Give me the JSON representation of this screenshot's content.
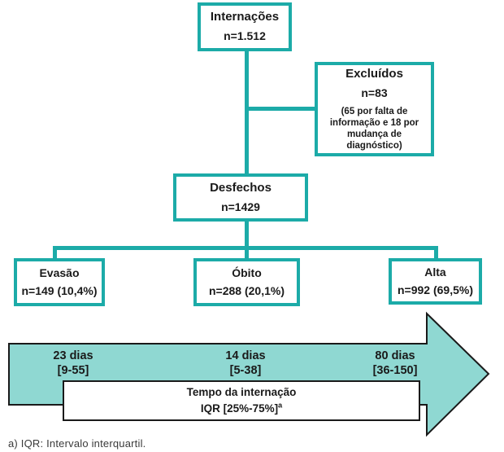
{
  "colors": {
    "teal": "#1CABA8",
    "arrow_fill": "#8FD8D2",
    "outline": "#1a1a1a",
    "footnote_gray": "#3a3a3a"
  },
  "boxes": {
    "internacoes": {
      "title": "Internações",
      "value": "n=1.512"
    },
    "excluidos": {
      "title": "Excluídos",
      "value": "n=83",
      "detail": "(65 por falta de informação e 18 por mudança de diagnóstico)"
    },
    "desfechos": {
      "title": "Desfechos",
      "value": "n=1429"
    },
    "evasao": {
      "title": "Evasão",
      "value": "n=149 (10,4%)"
    },
    "obito": {
      "title": "Óbito",
      "value": "n=288 (20,1%)"
    },
    "alta": {
      "title": "Alta",
      "value": "n=992 (69,5%)"
    }
  },
  "arrow": {
    "labels": [
      {
        "value": "23 dias",
        "range": "[9-55]"
      },
      {
        "value": "14 dias",
        "range": "[5-38]"
      },
      {
        "value": "80 dias",
        "range": "[36-150]"
      }
    ],
    "caption_title": "Tempo da internação",
    "caption_sub": "IQR [25%-75%]",
    "caption_sup": "a"
  },
  "footnote": "a) IQR: Intervalo interquartil."
}
